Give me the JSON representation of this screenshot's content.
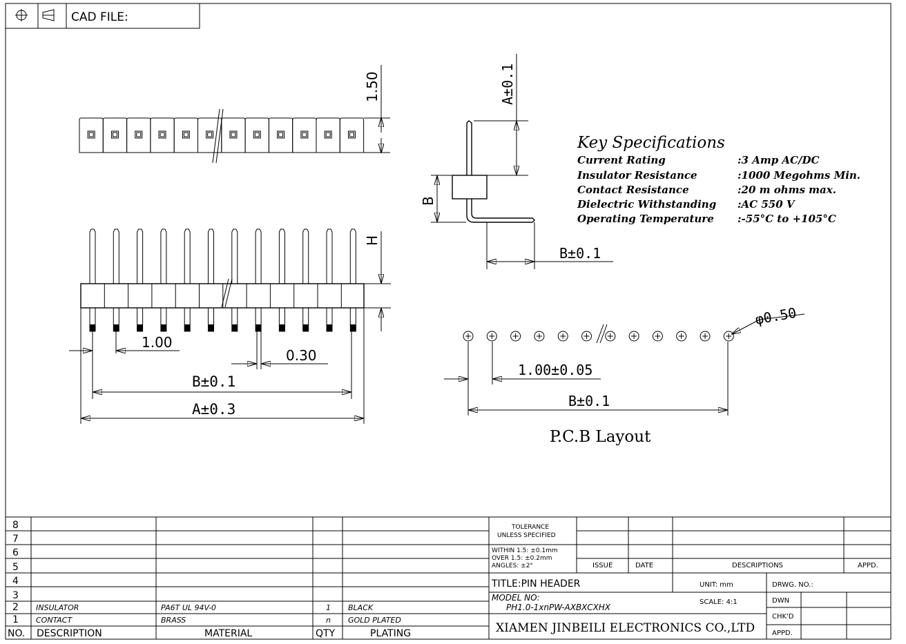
{
  "header": {
    "cad_label": "CAD FILE:",
    "projection_icon": "third-angle-projection-icon"
  },
  "top_view": {
    "height_dim": "1.50"
  },
  "front_view": {
    "pitch_dim": "1.00",
    "pin_dim": "0.30",
    "b_dim": "B±0.1",
    "a_dim": "A±0.3",
    "h_label": "H"
  },
  "side_view": {
    "a_dim": "A±0.1",
    "b_label": "B",
    "b_dim": "B±0.1"
  },
  "specs": {
    "title": "Key Specifications",
    "rows": [
      {
        "label": "Current Rating",
        "value": ":3 Amp AC/DC"
      },
      {
        "label": "Insulator Resistance",
        "value": ":1000 Megohms Min."
      },
      {
        "label": "Contact Resistance",
        "value": ":20 m ohms max."
      },
      {
        "label": "Dielectric Withstanding",
        "value": ":AC 550 V"
      },
      {
        "label": "Operating Temperature",
        "value": ":-55°C to +105°C"
      }
    ]
  },
  "pcb": {
    "hole_dim": "φ0.50",
    "pitch_dim": "1.00±0.05",
    "b_dim": "B±0.1",
    "title": "P.C.B Layout"
  },
  "bom": {
    "row_numbers": [
      "8",
      "7",
      "6",
      "5",
      "4",
      "3",
      "2",
      "1"
    ],
    "rows": [
      {
        "no": "2",
        "description": "INSULATOR",
        "material": "PA6T UL 94V-0",
        "qty": "1",
        "plating": "BLACK"
      },
      {
        "no": "1",
        "description": "CONTACT",
        "material": "BRASS",
        "qty": "n",
        "plating": "GOLD PLATED"
      }
    ],
    "headers": {
      "no": "NO.",
      "description": "DESCRIPTION",
      "material": "MATERIAL",
      "qty": "QTY",
      "plating": "PLATING"
    }
  },
  "title_block": {
    "tolerance_1": "TOLERANCE",
    "tolerance_2": "UNLESS SPECIFIED",
    "within": "WITHIN 1.5: ±0.1mm",
    "over": "OVER 1.5:  ±0.2mm",
    "angles": "ANGLES: ±2°",
    "issue": "ISSUE",
    "date": "DATE",
    "descriptions": "DESCRIPTIONS",
    "appd": "APPD.",
    "title": "TITLE:PIN HEADER",
    "unit": "UNIT: mm",
    "drwg_no": "DRWG. NO.:",
    "model_label": "MODEL NO:",
    "model_no": "PH1.0-1xnPW-AXBXCXHX",
    "scale": "SCALE: 4:1",
    "dwn": "DWN",
    "chkd": "CHK'D",
    "appd2": "APPD.",
    "company": "XIAMEN JINBEILI ELECTRONICS CO.,LTD"
  }
}
